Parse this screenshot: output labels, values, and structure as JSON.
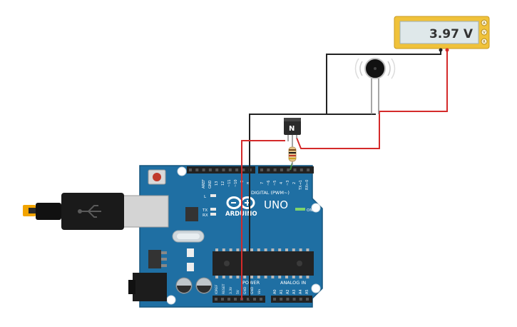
{
  "multimeter": {
    "reading": "3.97 V",
    "modes": [
      "A",
      "V",
      "R"
    ]
  },
  "transistor": {
    "label": "N"
  },
  "arduino": {
    "brand": "ARDUINO",
    "model": "UNO",
    "digital_label": "DIGITAL (PWM~)",
    "power_label": "POWER",
    "analog_label": "ANALOG IN",
    "led_labels": {
      "l": "L",
      "tx": "TX",
      "rx": "RX",
      "on": "ON"
    },
    "top_header_a": [
      "AREF",
      "GND",
      "13",
      "12",
      "~11",
      "~10",
      "~9",
      "8"
    ],
    "top_header_b": [
      "7",
      "~6",
      "~5",
      "4",
      "~3",
      "2",
      "TX→1",
      "RX←0"
    ],
    "power_pins": [
      "IOREF",
      "RESET",
      "3.3V",
      "5V",
      "GND",
      "GND",
      "Vin"
    ],
    "analog_pins": [
      "A0",
      "A1",
      "A2",
      "A3",
      "A4",
      "A5"
    ]
  },
  "colors": {
    "board": "#1f6fa3",
    "wire_red": "#d42a2a",
    "wire_black": "#222222",
    "multimeter_body": "#f0c23a",
    "display_bg": "#dfe8ea"
  },
  "icons": [
    "usb-cable-icon",
    "motor-icon",
    "resistor-icon",
    "transistor-icon",
    "multimeter-icon",
    "arduino-logo-icon"
  ]
}
